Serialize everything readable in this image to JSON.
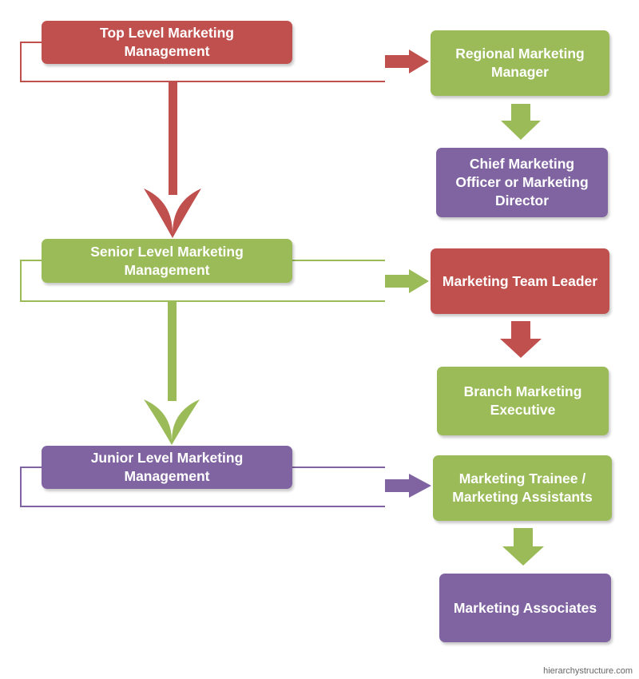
{
  "colors": {
    "red": "#c0504d",
    "green": "#9bbb59",
    "purple": "#8064a2"
  },
  "levels": [
    {
      "id": "top",
      "label": "Top Level Marketing\nManagement",
      "color": "red"
    },
    {
      "id": "senior",
      "label": "Senior Level Marketing\nManagement",
      "color": "green"
    },
    {
      "id": "junior",
      "label": "Junior Level Marketing\nManagement",
      "color": "purple"
    }
  ],
  "roles": [
    {
      "id": "regional",
      "label": "Regional Marketing\nManager",
      "color": "green"
    },
    {
      "id": "chief",
      "label": "Chief Marketing\nOfficer or Marketing\nDirector",
      "color": "purple"
    },
    {
      "id": "team-leader",
      "label": "Marketing Team Leader",
      "color": "red"
    },
    {
      "id": "branch",
      "label": "Branch Marketing\nExecutive",
      "color": "green"
    },
    {
      "id": "trainee",
      "label": "Marketing Trainee /\nMarketing Assistants",
      "color": "green"
    },
    {
      "id": "associates",
      "label": "Marketing Associates",
      "color": "purple"
    }
  ],
  "edges": [
    {
      "from": "top",
      "to": "regional",
      "color": "red"
    },
    {
      "from": "regional",
      "to": "chief",
      "color": "green"
    },
    {
      "from": "top",
      "to": "senior",
      "color": "red"
    },
    {
      "from": "senior",
      "to": "team-leader",
      "color": "green"
    },
    {
      "from": "team-leader",
      "to": "branch",
      "color": "red"
    },
    {
      "from": "senior",
      "to": "junior",
      "color": "green"
    },
    {
      "from": "junior",
      "to": "trainee",
      "color": "purple"
    },
    {
      "from": "trainee",
      "to": "associates",
      "color": "green"
    }
  ],
  "watermark": "hierarchystructure.com"
}
